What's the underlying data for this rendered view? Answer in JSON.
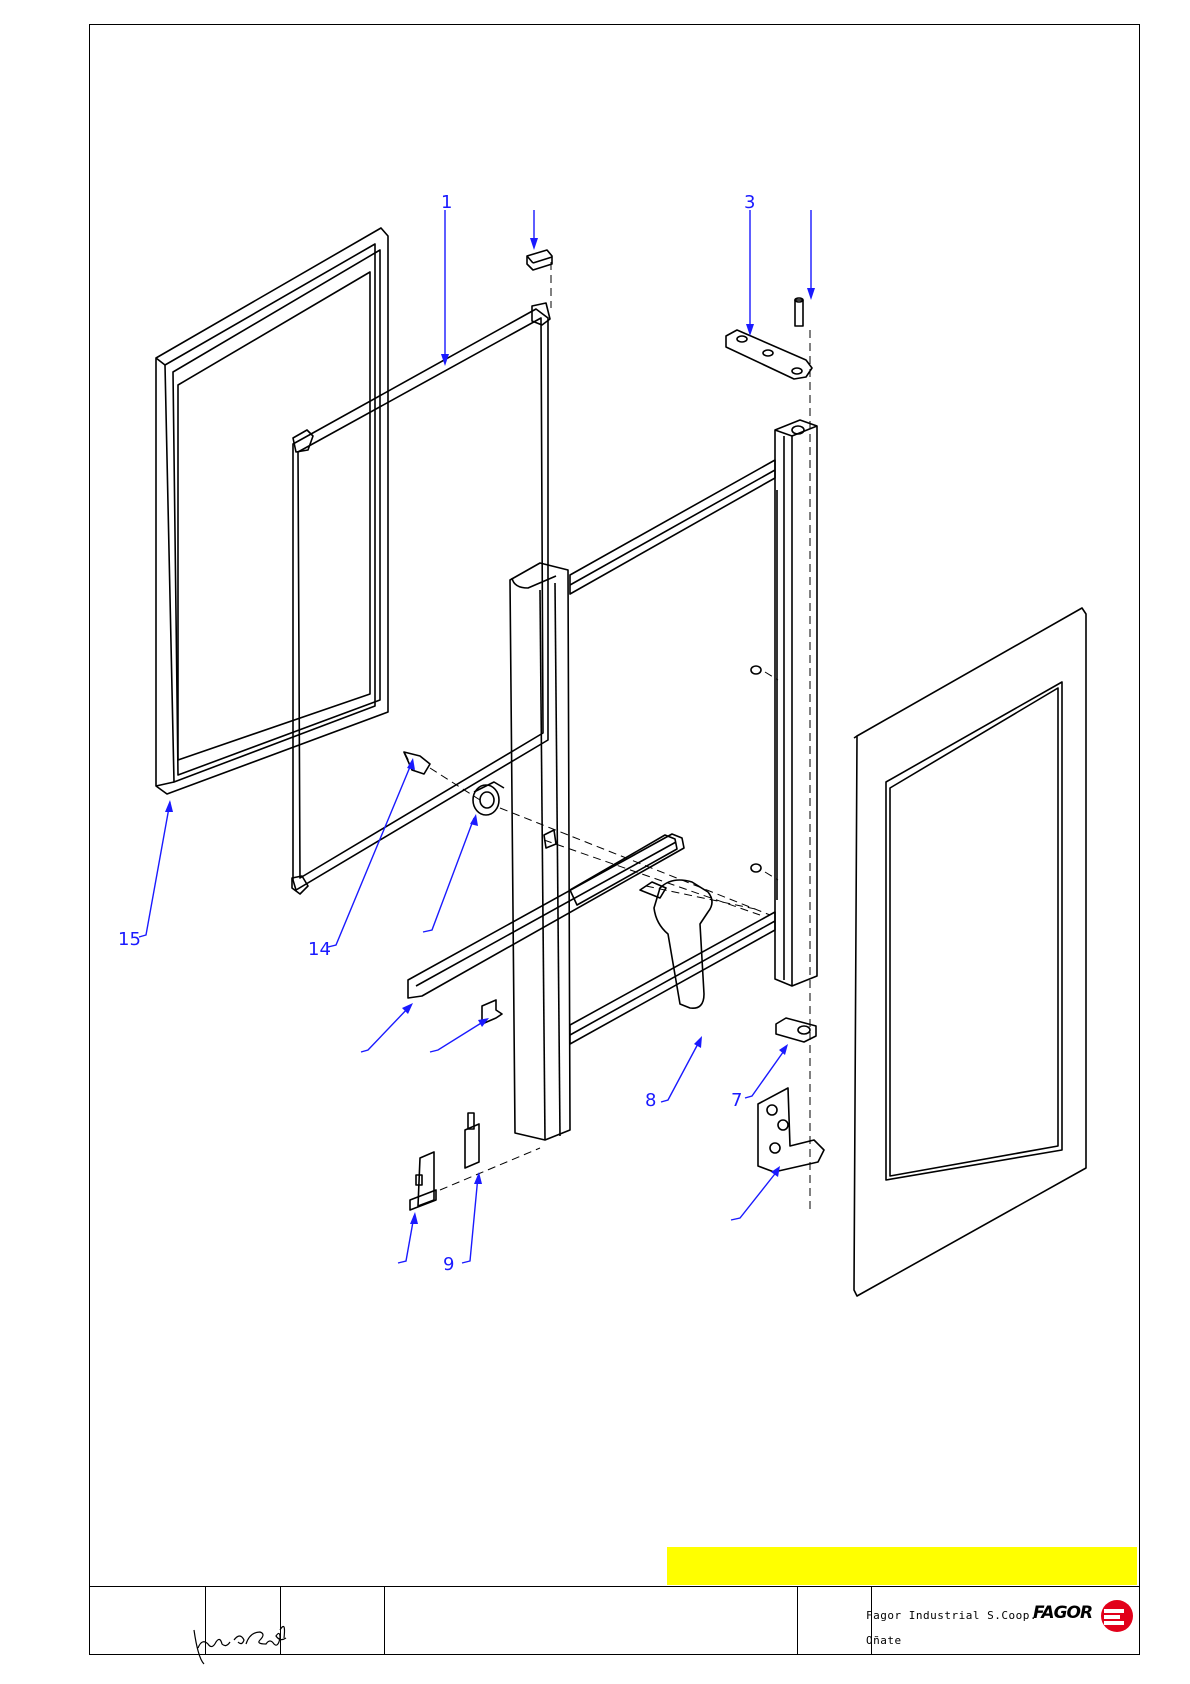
{
  "callouts": [
    {
      "id": "c1",
      "label": "1"
    },
    {
      "id": "c3",
      "label": "3"
    },
    {
      "id": "c7",
      "label": "7"
    },
    {
      "id": "c8",
      "label": "8"
    },
    {
      "id": "c9",
      "label": "9"
    },
    {
      "id": "c14",
      "label": "14"
    },
    {
      "id": "c15",
      "label": "15"
    }
  ],
  "title_block": {
    "company": "Fagor Industrial S.Coop.",
    "city": "Oñate",
    "brand": "FAGOR",
    "signature": "Jaime Berdote"
  },
  "colors": {
    "callout": "#1a1aff",
    "highlight": "#ffff00",
    "line": "#000000",
    "brand_red": "#e2001a"
  }
}
